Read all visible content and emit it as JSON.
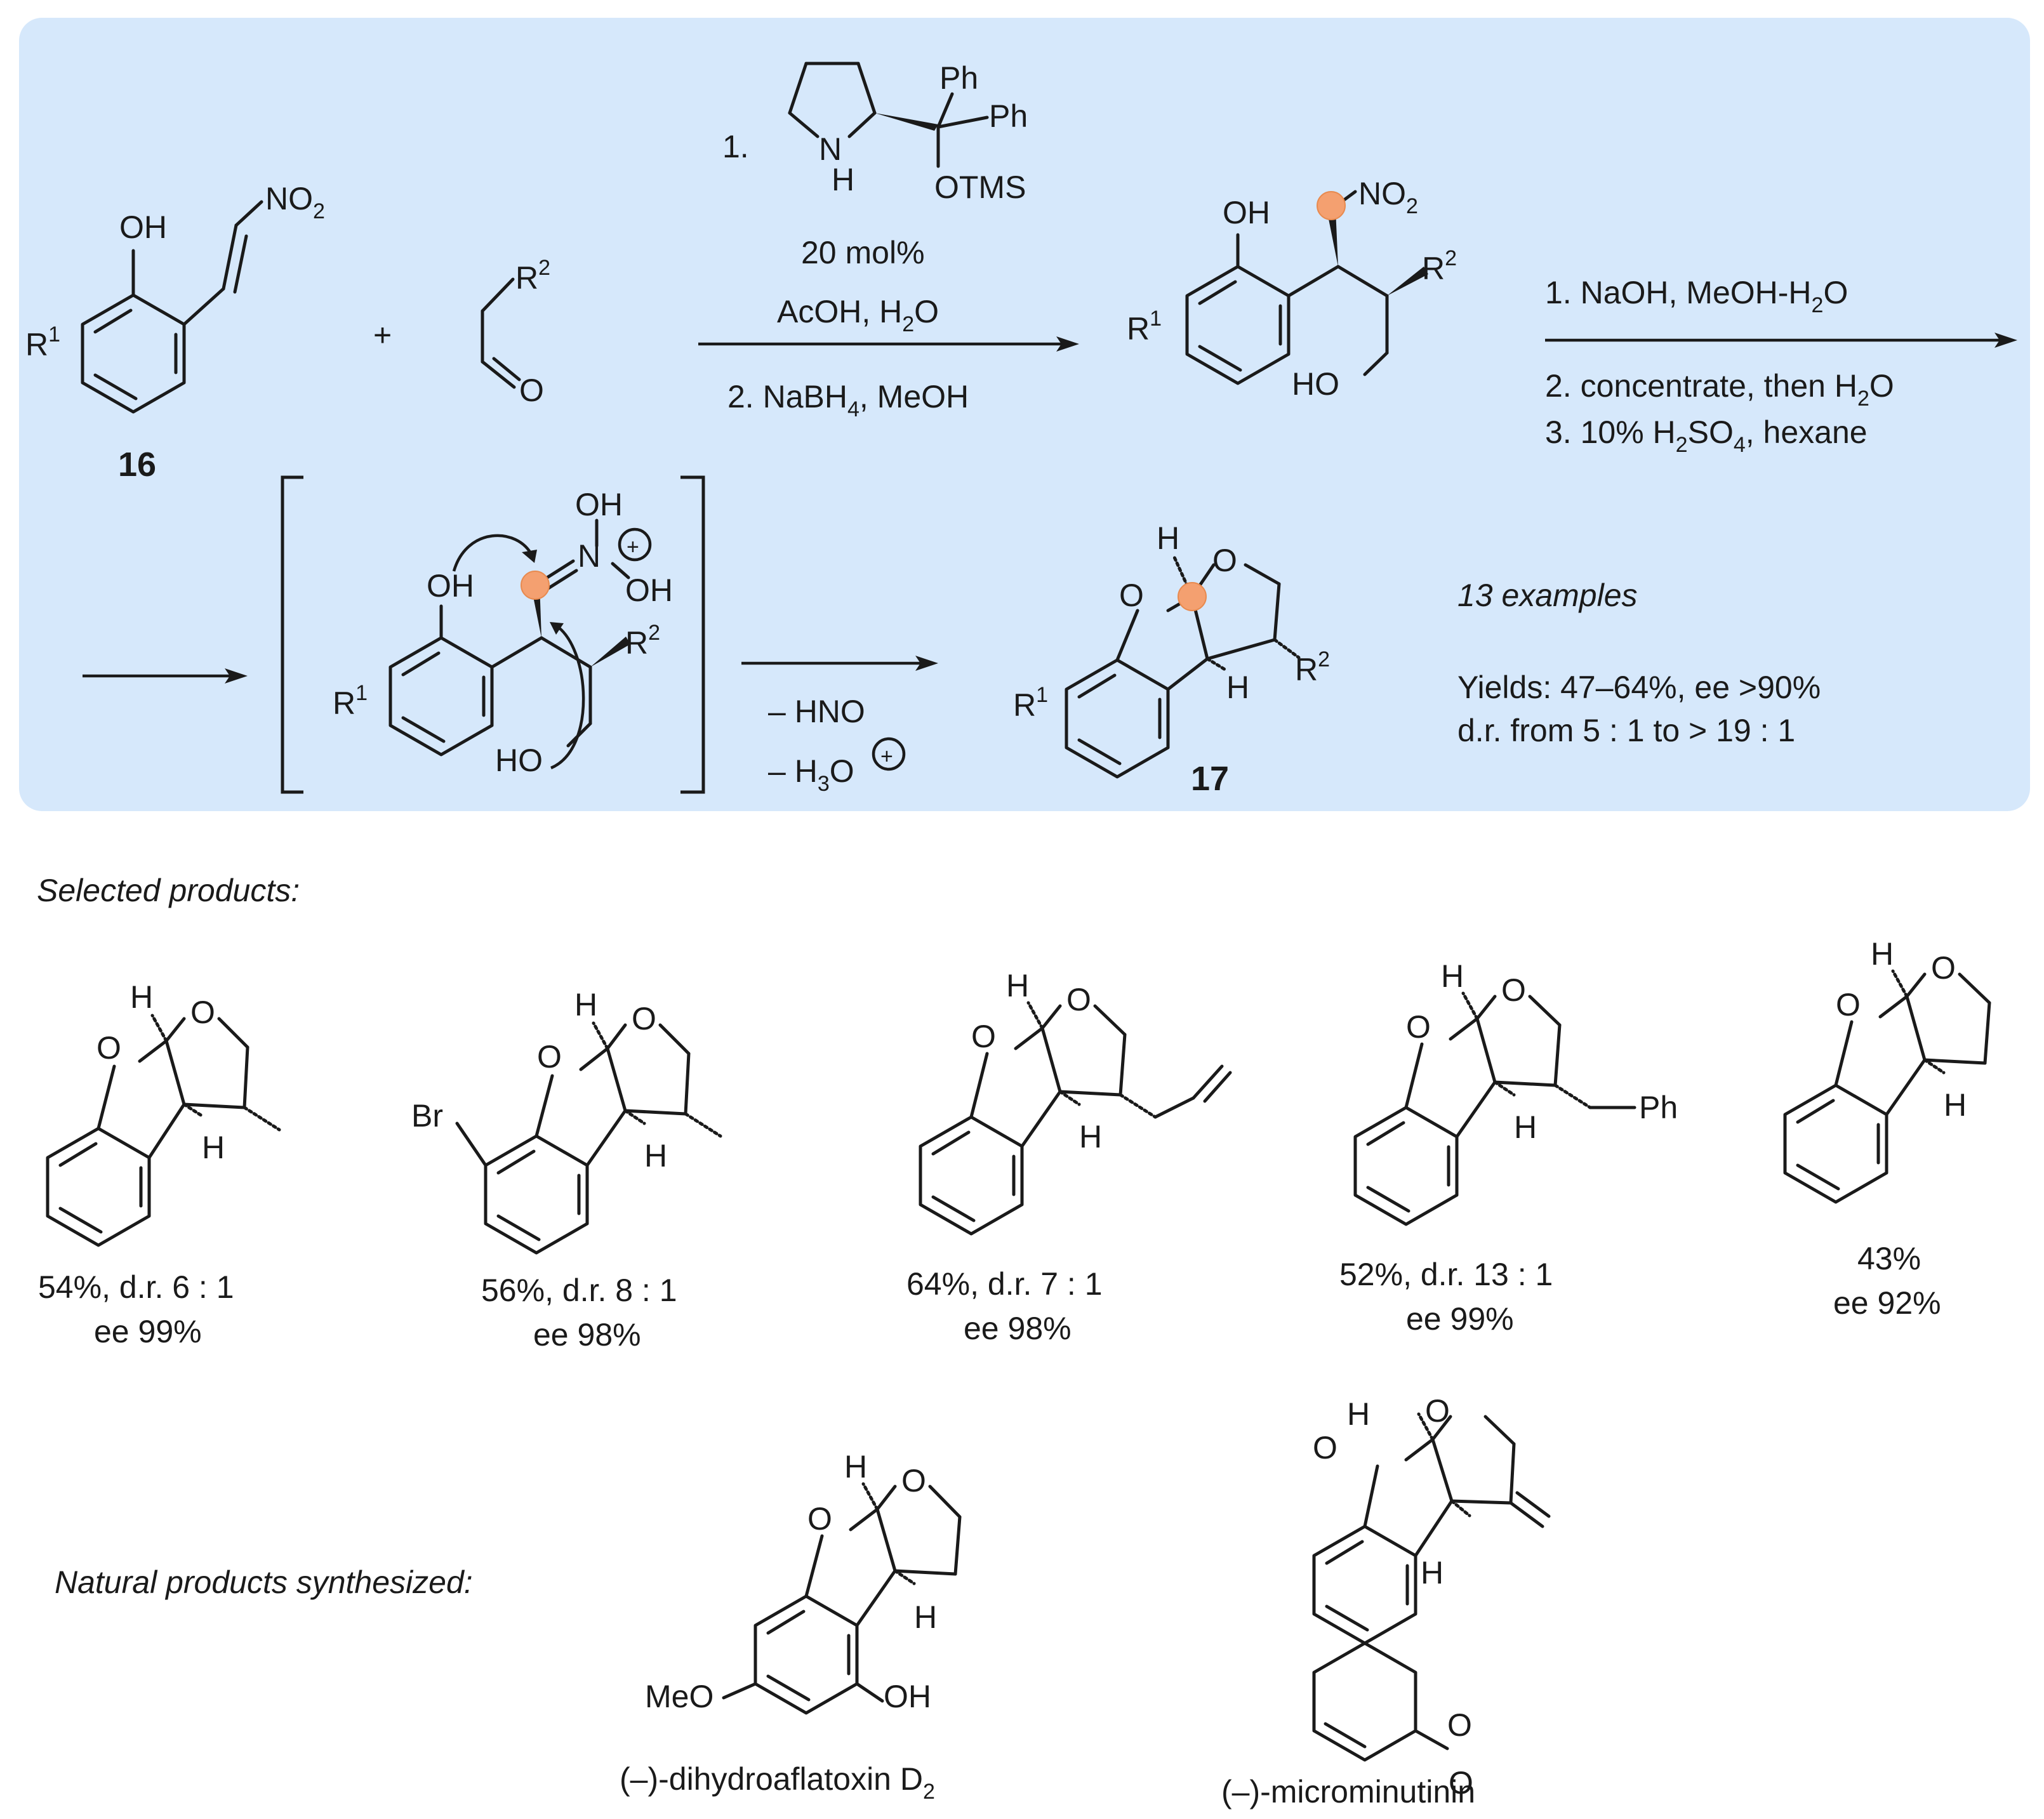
{
  "colors": {
    "panel": "#d6e8fb",
    "oxygen": "#a00000",
    "ink": "#1a1a1a",
    "highlight": "#f4a070"
  },
  "reactants": {
    "compound_16": "16",
    "OH": "OH",
    "NO2_a": "NO",
    "NO2_b": "2",
    "R1_a": "R",
    "R1_b": "1",
    "plus": "+",
    "R2_a": "R",
    "R2_b": "2",
    "O": "O"
  },
  "catalyst": {
    "step_no": "1.",
    "N": "N",
    "H": "H",
    "Ph1": "Ph",
    "Ph2": "Ph",
    "OTMS": "OTMS"
  },
  "step1": {
    "loading": "20 mol%",
    "solvent_a": "AcOH, H",
    "solvent_b": "2",
    "solvent_c": "O",
    "reduction_a": "2. NaBH",
    "reduction_b": "4",
    "reduction_c": ", MeOH"
  },
  "intermediate": {
    "OH": "OH",
    "NO2_a": "NO",
    "NO2_b": "2",
    "R2_a": "R",
    "R2_b": "2",
    "R1_a": "R",
    "R1_b": "1",
    "HO": "HO"
  },
  "step2": {
    "s1_a": "1. NaOH, MeOH-H",
    "s1_b": "2",
    "s1_c": "O",
    "s2_a": "2. concentrate, then H",
    "s2_b": "2",
    "s2_c": "O",
    "s3_a": "3. 10% H",
    "s3_b": "2",
    "s3_c": "SO",
    "s3_d": "4",
    "s3_e": ", hexane"
  },
  "bracket": {
    "OH": "OH",
    "N": "N",
    "OH_top": "OH",
    "OH_right": "OH",
    "plus": "+",
    "R2_a": "R",
    "R2_b": "2",
    "R1_a": "R",
    "R1_b": "1",
    "HO": "HO"
  },
  "step3": {
    "loss1": "– HNO",
    "loss2_a": "– H",
    "loss2_b": "3",
    "loss2_c": "O",
    "plus": "+"
  },
  "product_17": {
    "label": "17",
    "H_top": "H",
    "O1": "O",
    "O2": "O",
    "H_bot": "H",
    "R2_a": "R",
    "R2_b": "2",
    "R1_a": "R",
    "R1_b": "1"
  },
  "summary": {
    "examples": "13 examples",
    "yields": "Yields: 47–64%, ee >90%",
    "dr": "d.r. from 5 : 1 to > 19 : 1"
  },
  "selected_products": {
    "heading": "Selected products:",
    "items": [
      {
        "line1": "54%, d.r. 6 : 1",
        "line2": "ee 99%"
      },
      {
        "line1": "56%, d.r. 8 : 1",
        "line2": "ee 98%",
        "Br": "Br"
      },
      {
        "line1": "64%, d.r. 7 : 1",
        "line2": "ee 98%"
      },
      {
        "line1": "52%, d.r. 13 : 1",
        "line2": "ee 99%",
        "Ph": "Ph"
      },
      {
        "line1": "43%",
        "line2": "ee 92%"
      }
    ],
    "H": "H",
    "O": "O"
  },
  "natural_products": {
    "heading": "Natural products synthesized:",
    "np1_name_a": "(–)-dihydroaflatoxin D",
    "np1_name_b": "2",
    "np2_name": "(–)-microminutinin",
    "MeO": "MeO",
    "OH": "OH",
    "O": "O",
    "H": "H"
  }
}
